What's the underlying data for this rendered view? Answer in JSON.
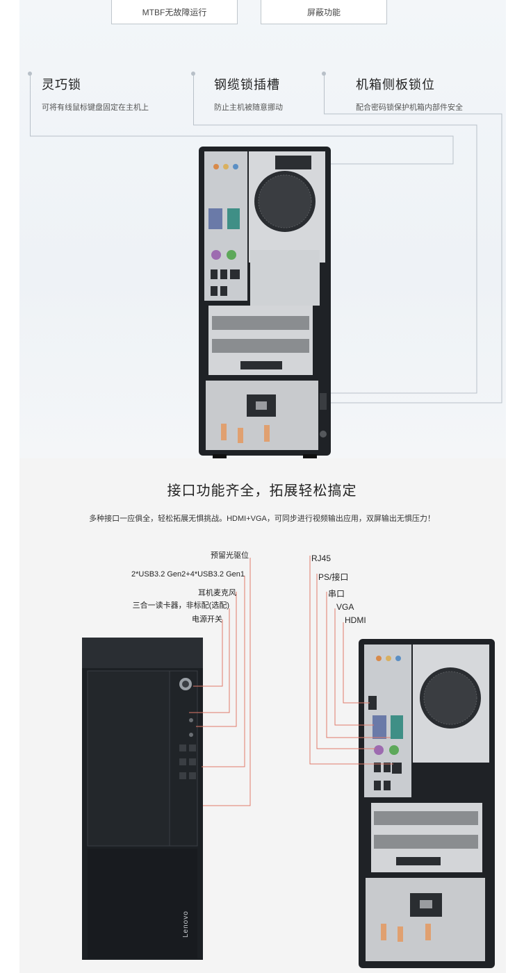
{
  "top_features": {
    "mtbf": "MTBF无故障运行",
    "shield": "屏蔽功能"
  },
  "locks": [
    {
      "title": "灵巧锁",
      "desc": "可将有线鼠标键盘固定在主机上"
    },
    {
      "title": "钢缆锁插槽",
      "desc": "防止主机被随意挪动"
    },
    {
      "title": "机箱侧板锁位",
      "desc": "配合密码锁保护机箱内部件安全"
    }
  ],
  "ports_section": {
    "title": "接口功能齐全，拓展轻松搞定",
    "subtitle": "多种接口一应俱全，轻松拓展无惧挑战。HDMI+VGA，可同步进行视频输出应用，双屏输出无惧压力！"
  },
  "front_ports": [
    "预留光驱位",
    "2*USB3.2 Gen2+4*USB3.2 Gen1",
    "耳机麦克风",
    "三合一读卡器，非标配(选配)",
    "电源开关"
  ],
  "rear_ports": [
    "RJ45",
    "PS/接口",
    "串口",
    "VGA",
    "HDMI"
  ],
  "brand": "Lenovo",
  "colors": {
    "accent_line": "#e07a6a",
    "guide_line": "#b8c0c8",
    "chassis": "#1d2024"
  }
}
